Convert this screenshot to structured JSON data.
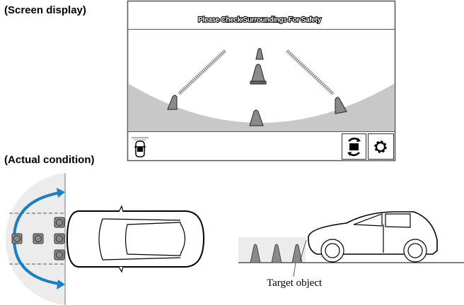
{
  "headings": {
    "screen_display": "(Screen display)",
    "actual_condition": "(Actual condition)"
  },
  "screen": {
    "message": "Please Check Surroundings For Safety",
    "buttons": [
      {
        "icon": "camera-switch-icon"
      },
      {
        "icon": "gear-icon"
      }
    ],
    "status_icon": "vehicle-top-view-icon"
  },
  "side_view": {
    "target_label": "Target object"
  },
  "colors": {
    "arrow": "#1a7fc4",
    "road_gray": "#c8c8c8",
    "cone_gray": "#8a8a8a",
    "zone_gray": "#ececec"
  }
}
